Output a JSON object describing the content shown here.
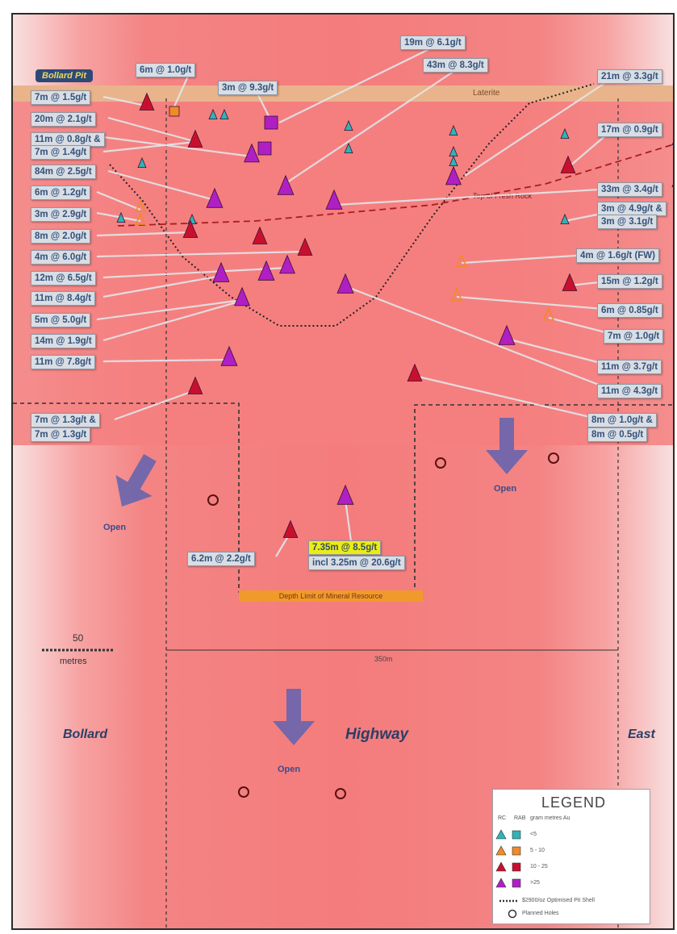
{
  "pit_label": "Bollard Pit",
  "laterite_label": "Laterite",
  "callouts": [
    {
      "id": "c1",
      "text": "6m @ 1.0g/t"
    },
    {
      "id": "c2",
      "text": "19m @ 6.1g/t"
    },
    {
      "id": "c3",
      "text": "43m @ 8.3g/t"
    },
    {
      "id": "c4",
      "text": "3m @ 9.3g/t"
    },
    {
      "id": "c5",
      "text": "21m @ 3.3g/t"
    },
    {
      "id": "c6",
      "text": "7m @ 1.5g/t"
    },
    {
      "id": "c7",
      "text": "20m @ 2.1g/t"
    },
    {
      "id": "c8",
      "text": "11m @ 0.8g/t &"
    },
    {
      "id": "c9",
      "text": "7m @ 1.4g/t"
    },
    {
      "id": "c10",
      "text": "17m @ 0.9g/t"
    },
    {
      "id": "c11",
      "text": "84m @ 2.5g/t"
    },
    {
      "id": "c12",
      "text": "6m @ 1.2g/t"
    },
    {
      "id": "c13",
      "text": "3m @ 2.9g/t"
    },
    {
      "id": "c14",
      "text": "33m @ 3.4g/t"
    },
    {
      "id": "c15",
      "text": "3m @ 4.9g/t &"
    },
    {
      "id": "c16",
      "text": "3m @ 3.1g/t"
    },
    {
      "id": "c17",
      "text": "8m @ 2.0g/t"
    },
    {
      "id": "c18",
      "text": "4m @ 6.0g/t"
    },
    {
      "id": "c19",
      "text": "4m @ 1.6g/t (FW)"
    },
    {
      "id": "c20",
      "text": "12m @ 6.5g/t"
    },
    {
      "id": "c21",
      "text": "15m @ 1.2g/t"
    },
    {
      "id": "c22",
      "text": "11m @ 8.4g/t"
    },
    {
      "id": "c23",
      "text": "6m @ 0.85g/t"
    },
    {
      "id": "c24",
      "text": "5m @ 5.0g/t"
    },
    {
      "id": "c25",
      "text": "7m @ 1.0g/t"
    },
    {
      "id": "c26",
      "text": "14m @ 1.9g/t"
    },
    {
      "id": "c27",
      "text": "11m @ 3.7g/t"
    },
    {
      "id": "c28",
      "text": "11m @ 7.8g/t"
    },
    {
      "id": "c29",
      "text": "11m @ 4.3g/t"
    },
    {
      "id": "c30",
      "text": "7m @ 1.3g/t &"
    },
    {
      "id": "c31",
      "text": "7m @ 1.3g/t"
    },
    {
      "id": "c32",
      "text": "8m @ 1.0g/t &"
    },
    {
      "id": "c33",
      "text": "8m @ 0.5g/t"
    },
    {
      "id": "c34",
      "text": "6.2m @ 2.2g/t"
    },
    {
      "id": "c35",
      "text": "7.35m @ 8.5g/t"
    },
    {
      "id": "c36",
      "text": "incl 3.25m @ 20.6g/t"
    }
  ],
  "limit_label": "Depth Limit of Mineral Resource",
  "pit_shell_label": "Top of Fresh Rock",
  "open_labels": [
    "Open",
    "Open",
    "Open"
  ],
  "regions": {
    "left": "Bollard",
    "center": "Highway",
    "right": "East"
  },
  "scale": {
    "value": "50",
    "unit": "metres"
  },
  "distance_label": "350m",
  "legend": {
    "title": "LEGEND",
    "col_rc": "RC",
    "col_rab": "RAB",
    "col_grade": "gram metres Au",
    "rows": [
      {
        "label": "<5",
        "color": "#2fb3b8"
      },
      {
        "label": "5 - 10",
        "color": "#f08a2a"
      },
      {
        "label": "10 - 25",
        "color": "#c8102e"
      },
      {
        "label": ">25",
        "color": "#b01fc4"
      }
    ],
    "pit_shell": "$2900/oz Optimised Pit Shell",
    "planned": "Planned Holes"
  }
}
